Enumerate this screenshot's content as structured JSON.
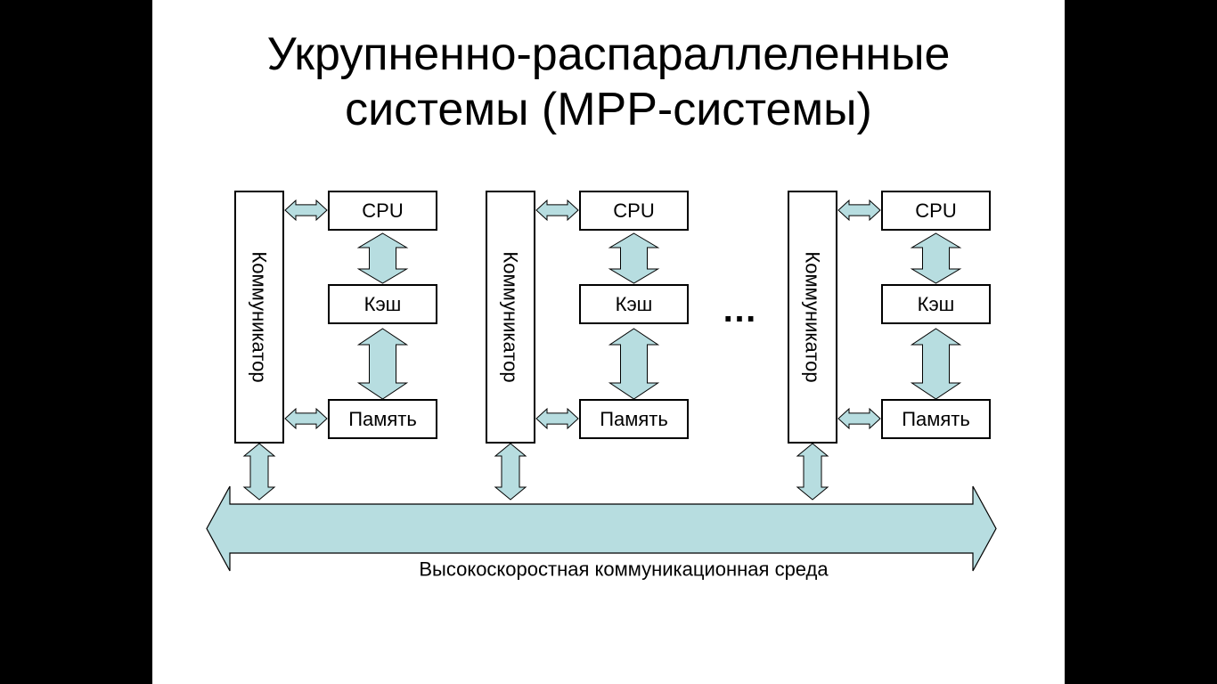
{
  "title": {
    "line1": "Укрупненно-распараллеленные",
    "line2": "системы (MPP-системы)"
  },
  "nodes": [
    {
      "communicator": "Коммуникатор",
      "cpu": "CPU",
      "cache": "Кэш",
      "memory": "Память"
    },
    {
      "communicator": "Коммуникатор",
      "cpu": "CPU",
      "cache": "Кэш",
      "memory": "Память"
    },
    {
      "communicator": "Коммуникатор",
      "cpu": "CPU",
      "cache": "Кэш",
      "memory": "Память"
    }
  ],
  "ellipsis": "…",
  "bus": {
    "label": "Высокоскоростная коммуникационная среда"
  },
  "colors": {
    "arrow_fill": "#b7dde0",
    "stroke": "#000000",
    "background": "#ffffff",
    "letterbox": "#000000"
  }
}
